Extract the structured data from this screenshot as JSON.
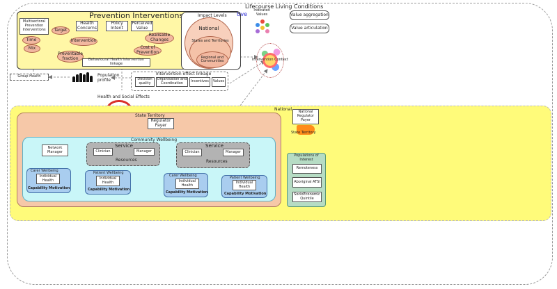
{
  "outer_title": "Lifecourse Living Conditions",
  "prevention": {
    "title": "Prevention Interventions",
    "multisectoral": "Multisectoral Prevention Interventions",
    "target": "Target",
    "time": "Time",
    "mix": "Mix",
    "intervention": "Intervention",
    "health_concerns": "Health Concerns",
    "policy_intent": "Policy Intent",
    "perceived_value": "Perceived Value",
    "realisable_changes": "Realisable Changes",
    "preventable_fraction": "Preventable fraction",
    "cost_of_prevention": "Cost of Prevention",
    "behavioural_link": "Behavioural Health Intervention linkage"
  },
  "impact": {
    "title": "Impact Levels",
    "national": "National",
    "states": "States and Territories",
    "regional": "Regional and Communities"
  },
  "fragment_text": "tive",
  "indicated_values": "Indicated Values",
  "value_aggregation": "Value aggregation",
  "value_articulation": "Value articulation",
  "intervention_context": "Intervention Context",
  "group_health": "Group Health",
  "population_profile": "Population profile",
  "health_social_effects": "Health and Social Effects",
  "effect_linkage": {
    "title": "Intervention effect linkage",
    "decision": "Decision quality",
    "organisation": "Organisation and Coordination",
    "incentives": "Incentives",
    "values": "Values"
  },
  "national_label": "National",
  "national_regulator": "National Regulator Payer",
  "state_territory_small": "State Territory",
  "state": {
    "title": "State Territory",
    "regulator": "Regulator Payer"
  },
  "community": {
    "title": "Community Wellbeing",
    "network_manager": "Network Manager",
    "service": "Service",
    "clinician": "Clinician",
    "manager": "Manager",
    "resources": "Resources",
    "carer": "Carer Wellbeing",
    "patient": "Patient Wellbeing",
    "individual_health": "Individual Health",
    "capability": "Capability Motivation"
  },
  "populations": {
    "title": "Populations of Interest",
    "items": [
      "Remoteness",
      "Aboriginal ATSI",
      "SocioEconomic Quintile"
    ]
  },
  "colors": {
    "prevention_bg": "#fff7a6",
    "yellow_region": "#fffb7a",
    "state_bg": "#f6c8a8",
    "community_bg": "#c9f6f8",
    "populations_bg": "#b6dcc4",
    "ellipse": "#f2b8a0",
    "state_map": "#ff8c1a"
  }
}
